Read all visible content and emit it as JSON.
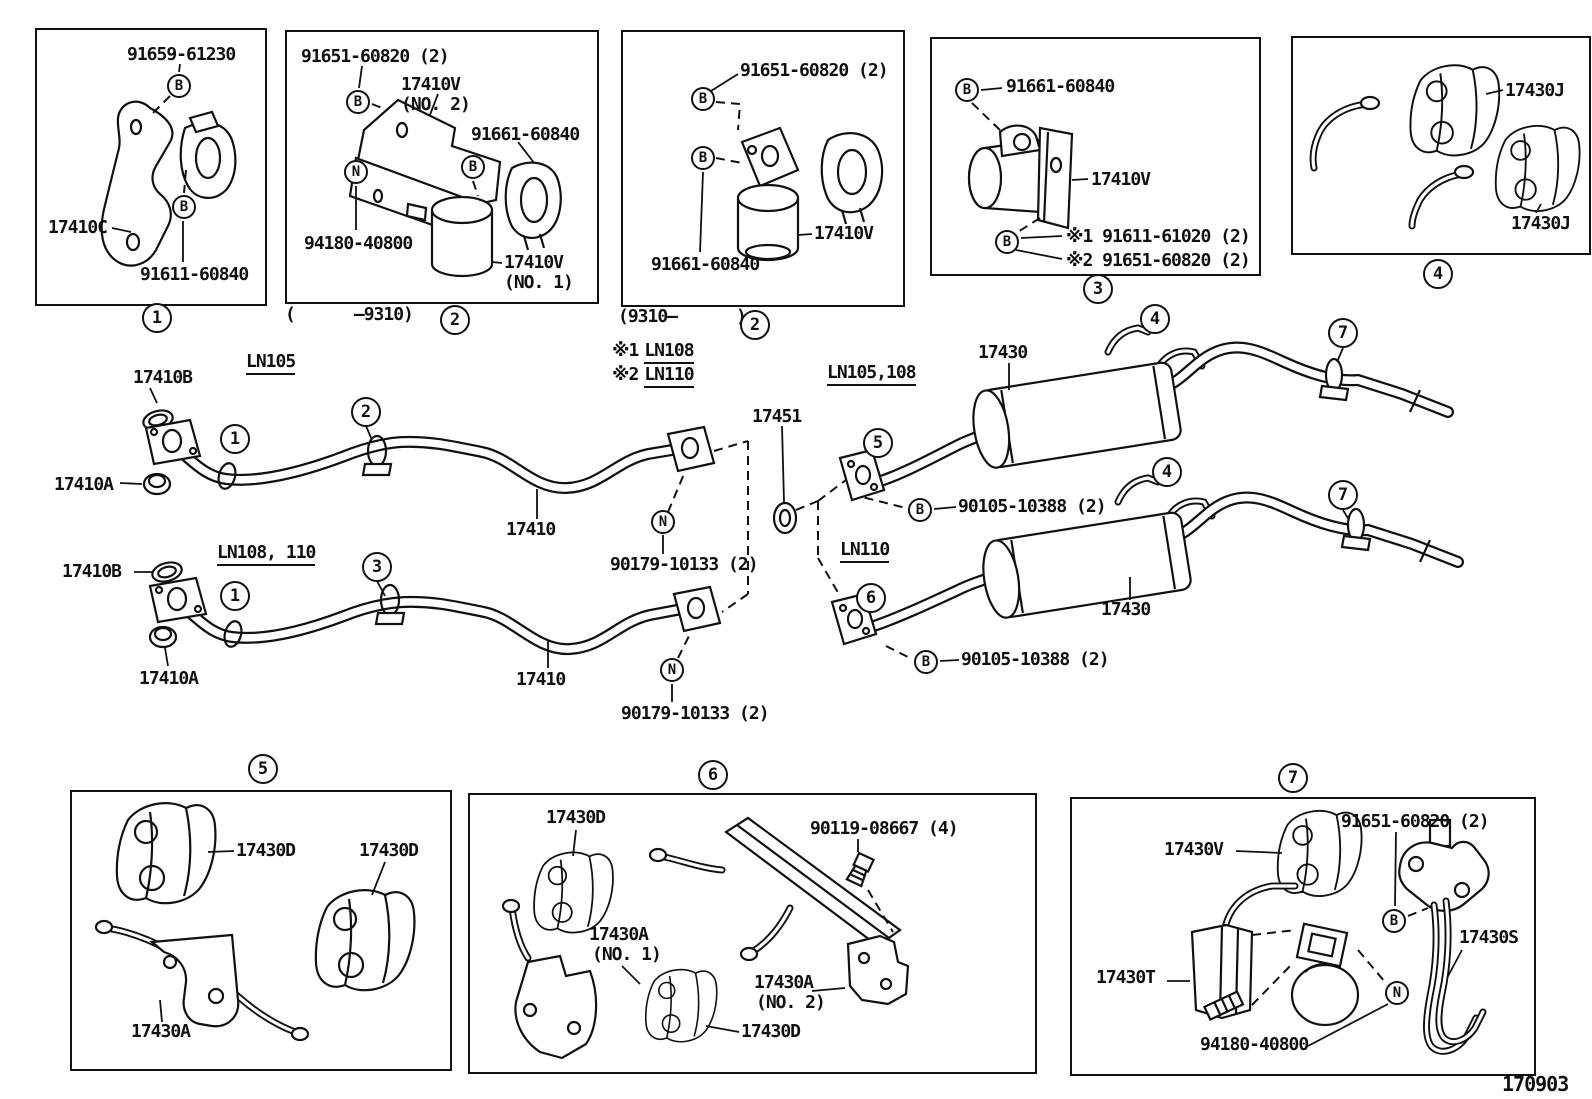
{
  "footer": {
    "code": "170903"
  },
  "sym": {
    "b": "B",
    "n": "N",
    "c1": "1",
    "c2": "2",
    "c3": "3",
    "c4": "4",
    "c5": "5",
    "c6": "6",
    "c7": "7"
  },
  "inset1": {
    "num": "1",
    "bolt_top": "91659-61230",
    "bracket": "17410C",
    "bolt_bottom": "91611-60840"
  },
  "inset2": {
    "num": "2",
    "caption": "(      —9310)",
    "bolt": "91651-60820 (2)",
    "bracket": "17410V",
    "bracket_no": "(NO. 2)",
    "clamp": "91661-60840",
    "nut": "94180-40800",
    "valve": "17410V",
    "valve_no": "(NO. 1)"
  },
  "inset3": {
    "num": "2",
    "caption": "(9310—      )",
    "bolt": "91651-60820 (2)",
    "clamp": "91661-60840",
    "valve": "17410V"
  },
  "inset4": {
    "num": "3",
    "clamp": "91661-60840",
    "valve": "17410V",
    "note1": "※1 91611-61020 (2)",
    "note2": "※2 91651-60820 (2)"
  },
  "inset5": {
    "num": "4",
    "hanger1": "17430J",
    "hanger2": "17430J"
  },
  "pipes": {
    "upper": {
      "variant": "LN105",
      "gasket": "17410B",
      "nut": "17410A",
      "pipe": "17410",
      "nut_part": "90179-10133 (2)"
    },
    "lower": {
      "variant": "LN108, 110",
      "gasket": "17410B",
      "nut": "17410A",
      "pipe": "17410",
      "nut_part": "90179-10133 (2)"
    },
    "notes": {
      "n1_sym": "※1",
      "n1": "LN108",
      "n2_sym": "※2",
      "n2": "LN110"
    },
    "gasket_rear": "17451"
  },
  "mufflers": {
    "upper": {
      "variant": "LN105,108",
      "muffler": "17430",
      "bolt": "90105-10388 (2)"
    },
    "lower": {
      "variant": "LN110",
      "muffler": "17430",
      "bolt": "90105-10388 (2)"
    }
  },
  "bottom5": {
    "num": "5",
    "d1": "17430D",
    "d2": "17430D",
    "a": "17430A"
  },
  "bottom6": {
    "num": "6",
    "d1": "17430D",
    "bolt": "90119-08667 (4)",
    "a1": "17430A",
    "a1_no": "(NO. 1)",
    "a2": "17430A",
    "a2_no": "(NO. 2)",
    "d2": "17430D"
  },
  "bottom7": {
    "num": "7",
    "v": "17430V",
    "bolt": "91651-60820 (2)",
    "s": "17430S",
    "t": "17430T",
    "clamp": "94180-40800"
  }
}
